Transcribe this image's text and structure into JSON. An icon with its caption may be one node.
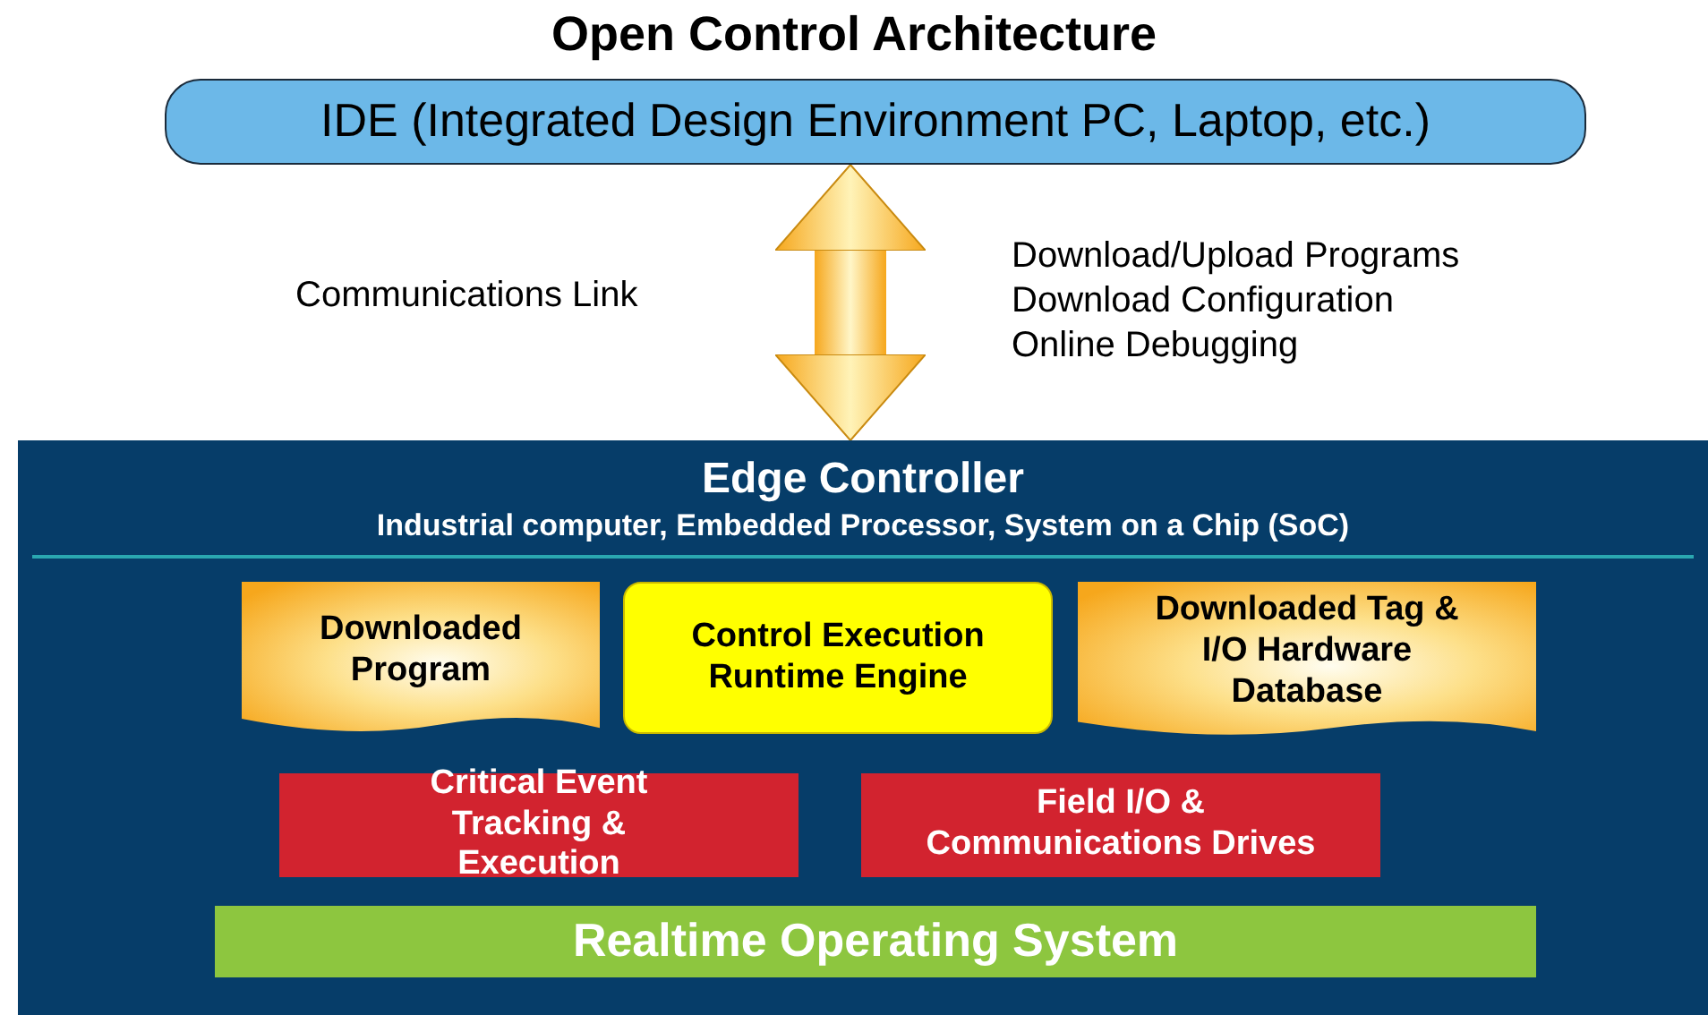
{
  "diagram": {
    "title": "Open Control Architecture",
    "nodes": [
      {
        "text": [
          "IDE (Integrated Design Environment PC, Laptop, etc.)"
        ]
      },
      {
        "text": [
          "Edge Controller",
          "Industrial computer, Embedded Processor, System on a Chip (SoC)"
        ]
      },
      {
        "text": [
          "Downloaded Program"
        ],
        "in": 1
      },
      {
        "text": [
          "Control Execution Runtime Engine"
        ],
        "in": 1
      },
      {
        "text": [
          "Downloaded Tag & I/O Hardware Database"
        ],
        "in": 1
      },
      {
        "text": [
          "Critical Event Tracking & Execution"
        ],
        "in": 1
      },
      {
        "text": [
          "Field I/O & Communications Drives"
        ],
        "in": 1
      },
      {
        "text": [
          "Realtime Operating System"
        ],
        "in": 1
      }
    ],
    "edges": [
      {
        "from": 0,
        "to": 1,
        "arrow": "both"
      }
    ],
    "labels": [
      "Communications Link",
      "Download/Upload Programs",
      "Download Configuration",
      "Online Debugging"
    ]
  }
}
